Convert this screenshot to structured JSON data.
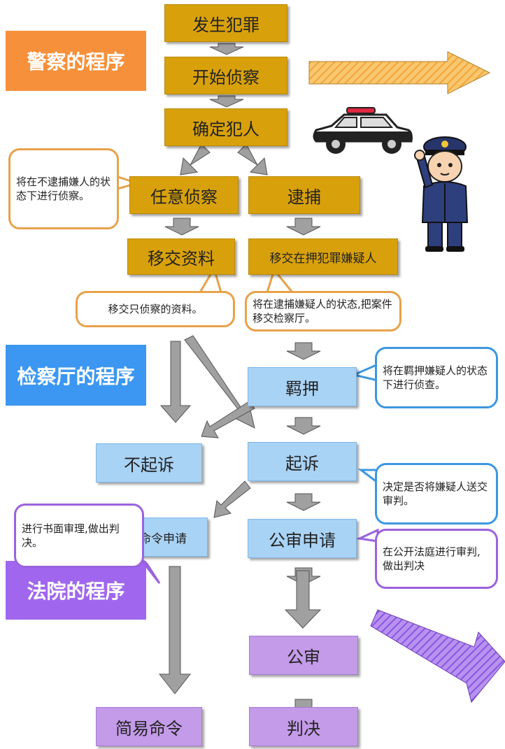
{
  "stages": {
    "police": {
      "label": "警察的程序",
      "color": "#f7903a"
    },
    "prosecutor": {
      "label": "检察厅的程序",
      "color": "#3b97f1"
    },
    "court": {
      "label": "法院的程序",
      "color": "#a067ee"
    }
  },
  "nodes": {
    "crime": "发生犯罪",
    "start_investigation": "开始侦察",
    "identify_criminal": "确定犯人",
    "voluntary_investigation": "任意侦察",
    "arrest": "逮捕",
    "transfer_documents": "移交资料",
    "transfer_suspect": "移交在押犯罪嫌疑人",
    "detention": "羁押",
    "no_prosecution": "不起诉",
    "prosecution": "起诉",
    "summary_order_request": "简易命令申请",
    "trial_request": "公审申请",
    "trial": "公审",
    "summary_order": "简易命令",
    "judgment": "判决"
  },
  "bubbles": {
    "voluntary_note": "将在不逮捕嫌人的状态下进行侦察。",
    "documents_note": "移交只侦察的资料。",
    "suspect_note": "将在逮捕嫌疑人的状态,把案件移交检察厅。",
    "detention_note": "将在羁押嫌疑人的状态下进行侦查。",
    "prosecution_note": "决定是否将嫌疑人送交审判。",
    "written_trial_note": "进行书面审理,做出判决。",
    "public_trial_note": "在公开法庭进行审判,做出判决"
  },
  "colors": {
    "gold_box": "#d8a10b",
    "blue_box": "#a9d3f5",
    "purple_box": "#c39be8",
    "arrow_gray": "#a0a0a0",
    "police_arrow": "#f6b04e",
    "court_arrow": "#9a6ee6"
  },
  "icons": [
    "police-car-icon",
    "police-officer-icon"
  ]
}
